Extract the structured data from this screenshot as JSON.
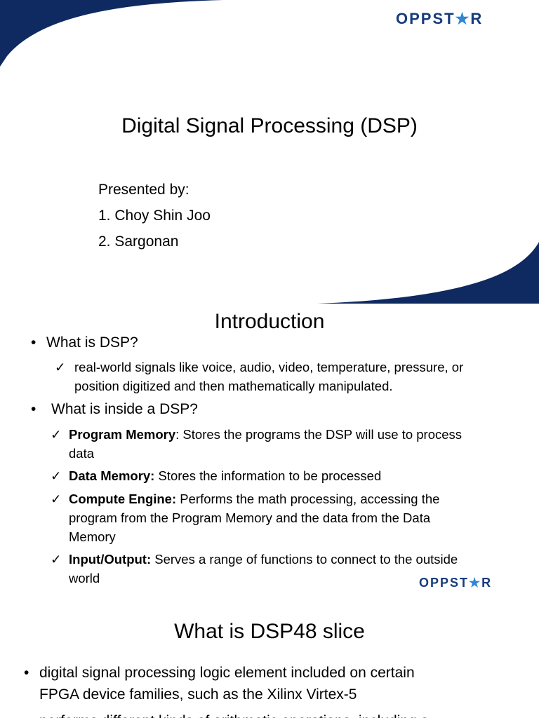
{
  "brand": {
    "logo_text_left": "OPPST",
    "logo_star": "★",
    "logo_text_right": "R",
    "logo_color": "#173c7a",
    "star_color": "#2f86d4",
    "swoosh_color": "#0f2a60"
  },
  "slide1": {
    "title": "Digital Signal Processing (DSP)",
    "presenters_heading": "Presented by:",
    "presenters": [
      "1. Choy Shin Joo",
      "2. Sargonan"
    ]
  },
  "slide2": {
    "heading": "Introduction",
    "bullet_char": "•",
    "check_char": "✓",
    "q1": "What is DSP?",
    "a1_line1": "real-world signals like voice, audio, video, temperature, pressure, or",
    "a1_line2": "position digitized and then mathematically manipulated.",
    "q2": "What is inside a DSP?",
    "items": [
      {
        "term": "Program Memory",
        "sep": ":",
        "line1": " Stores the programs the DSP will use to process",
        "line2": "data",
        "line3": ""
      },
      {
        "term": "Data Memory:",
        "sep": "",
        "line1": " Stores the information to be processed",
        "line2": "",
        "line3": ""
      },
      {
        "term": "Compute Engine:",
        "sep": "",
        "line1": " Performs the math processing, accessing the",
        "line2": "program from the Program Memory and the data from the Data",
        "line3": "Memory"
      },
      {
        "term": "Input/Output:",
        "sep": "",
        "line1": " Serves a range of functions to connect to the outside",
        "line2": "world",
        "line3": ""
      }
    ]
  },
  "slide3": {
    "heading": "What is DSP48 slice",
    "bullet_char": "•",
    "b1_line1": "digital signal processing logic element included on certain",
    "b1_line2": "FPGA device families, such as the Xilinx Virtex-5",
    "b2_line1": "performs different kinds of arithmetic operations, including a"
  }
}
